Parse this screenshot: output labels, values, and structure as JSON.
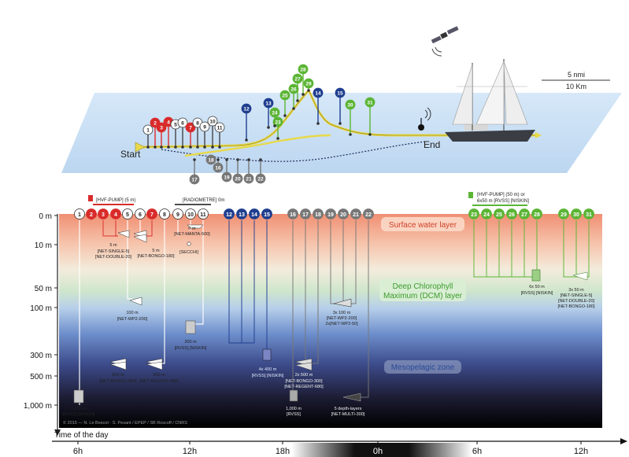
{
  "scale": {
    "nmi": "5 nmi",
    "km": "10 Km"
  },
  "map": {
    "start": "Start",
    "end": "End"
  },
  "depth_labels": [
    "0 m",
    "10 m",
    "50 m",
    "100 m",
    "300 m",
    "500 m",
    "1,000 m"
  ],
  "layers": {
    "surface": "Surface water layer",
    "dcm_line1": "Deep Chlorophyll",
    "dcm_line2": "Maximum (DCM) layer",
    "meso": "Mesopelagic zone"
  },
  "top_labels": {
    "hvf_pump": "[HVF-PUMP] (5 m)",
    "radiometre": "[RADIOMETRE] 0m",
    "hvf_pump2_line1": "[HVF-PUMP] (50 m) or",
    "hvf_pump2_line2": "6x50 m [RVSS] [NISKIN]"
  },
  "annotations": {
    "a1_d": "5 m",
    "a1_n1": "[NET-SINGLE-5]",
    "a1_n2": "[NET-DOUBLE-20]",
    "a2_d": "5 m",
    "a2_n": "[NET-BONGO-180]",
    "a3_d": "0 m",
    "a3_n": "[NET-MANTA-500]",
    "a4": "[SECCHI]",
    "a5_d": "100 m",
    "a5_n": "[NET-WP2-200]",
    "a6_d": "200 m",
    "a6_n": "[RVSS] [NISKIN]",
    "a7_d": "500 m",
    "a7_n": "[NET-BONGO-300]",
    "a8_d": "500 m",
    "a8_n": "[NET-REGENT-680]",
    "a9_d": "1,000 m",
    "a9_n": "[RVSS] [NISKIN]",
    "a10_d": "4x 400 m",
    "a10_n": "[RVSS] [NISKIN]",
    "a11_d": "2x 500 m",
    "a11_n1": "[NET-BONGO-300]",
    "a11_n2": "[NET-REGENT-680]",
    "a12_d": "1,000 m",
    "a12_n": "[RVSS]",
    "a13_d": "3x 100 m",
    "a13_n1": "[NET-WP2-200]",
    "a13_n2": "2x[NET-WP2-50]",
    "a14_d": "5 depth-layers",
    "a14_n": "[NET-MULTI-300]",
    "a15_d": "6x 50 m",
    "a15_n": "[RVSS] [NISKIN]",
    "a16_d": "3x 50 m",
    "a16_n1": "[NET-SINGLE-5]",
    "a16_n2": "[NET-DOUBLE-20]",
    "a16_n3": "[NET-BONGO-180]"
  },
  "credit": "© 2015 — N. Le Bescot - S. Pesant / EPEP / SB Roscoff / CNRS",
  "timeline": {
    "title": "Time of the day",
    "ticks": [
      "6h",
      "12h",
      "18h",
      "0h",
      "6h",
      "12h"
    ]
  },
  "colors": {
    "red": "#d92b2b",
    "blue": "#1f3e8f",
    "green": "#5bb534",
    "grey": "#777777",
    "white": "#ffffff"
  },
  "stations": [
    {
      "n": "1",
      "c": "white"
    },
    {
      "n": "2",
      "c": "red"
    },
    {
      "n": "3",
      "c": "red"
    },
    {
      "n": "4",
      "c": "red"
    },
    {
      "n": "5",
      "c": "white"
    },
    {
      "n": "6",
      "c": "white"
    },
    {
      "n": "7",
      "c": "red"
    },
    {
      "n": "8",
      "c": "white"
    },
    {
      "n": "9",
      "c": "white"
    },
    {
      "n": "10",
      "c": "white"
    },
    {
      "n": "11",
      "c": "white"
    },
    {
      "n": "12",
      "c": "blue"
    },
    {
      "n": "13",
      "c": "blue"
    },
    {
      "n": "14",
      "c": "blue"
    },
    {
      "n": "15",
      "c": "blue"
    },
    {
      "n": "16",
      "c": "grey"
    },
    {
      "n": "17",
      "c": "grey"
    },
    {
      "n": "18",
      "c": "grey"
    },
    {
      "n": "19",
      "c": "grey"
    },
    {
      "n": "20",
      "c": "grey"
    },
    {
      "n": "21",
      "c": "grey"
    },
    {
      "n": "22",
      "c": "grey"
    },
    {
      "n": "23",
      "c": "green"
    },
    {
      "n": "24",
      "c": "green"
    },
    {
      "n": "25",
      "c": "green"
    },
    {
      "n": "26",
      "c": "green"
    },
    {
      "n": "27",
      "c": "green"
    },
    {
      "n": "28",
      "c": "green"
    },
    {
      "n": "29",
      "c": "green"
    },
    {
      "n": "30",
      "c": "green"
    },
    {
      "n": "31",
      "c": "green"
    }
  ]
}
